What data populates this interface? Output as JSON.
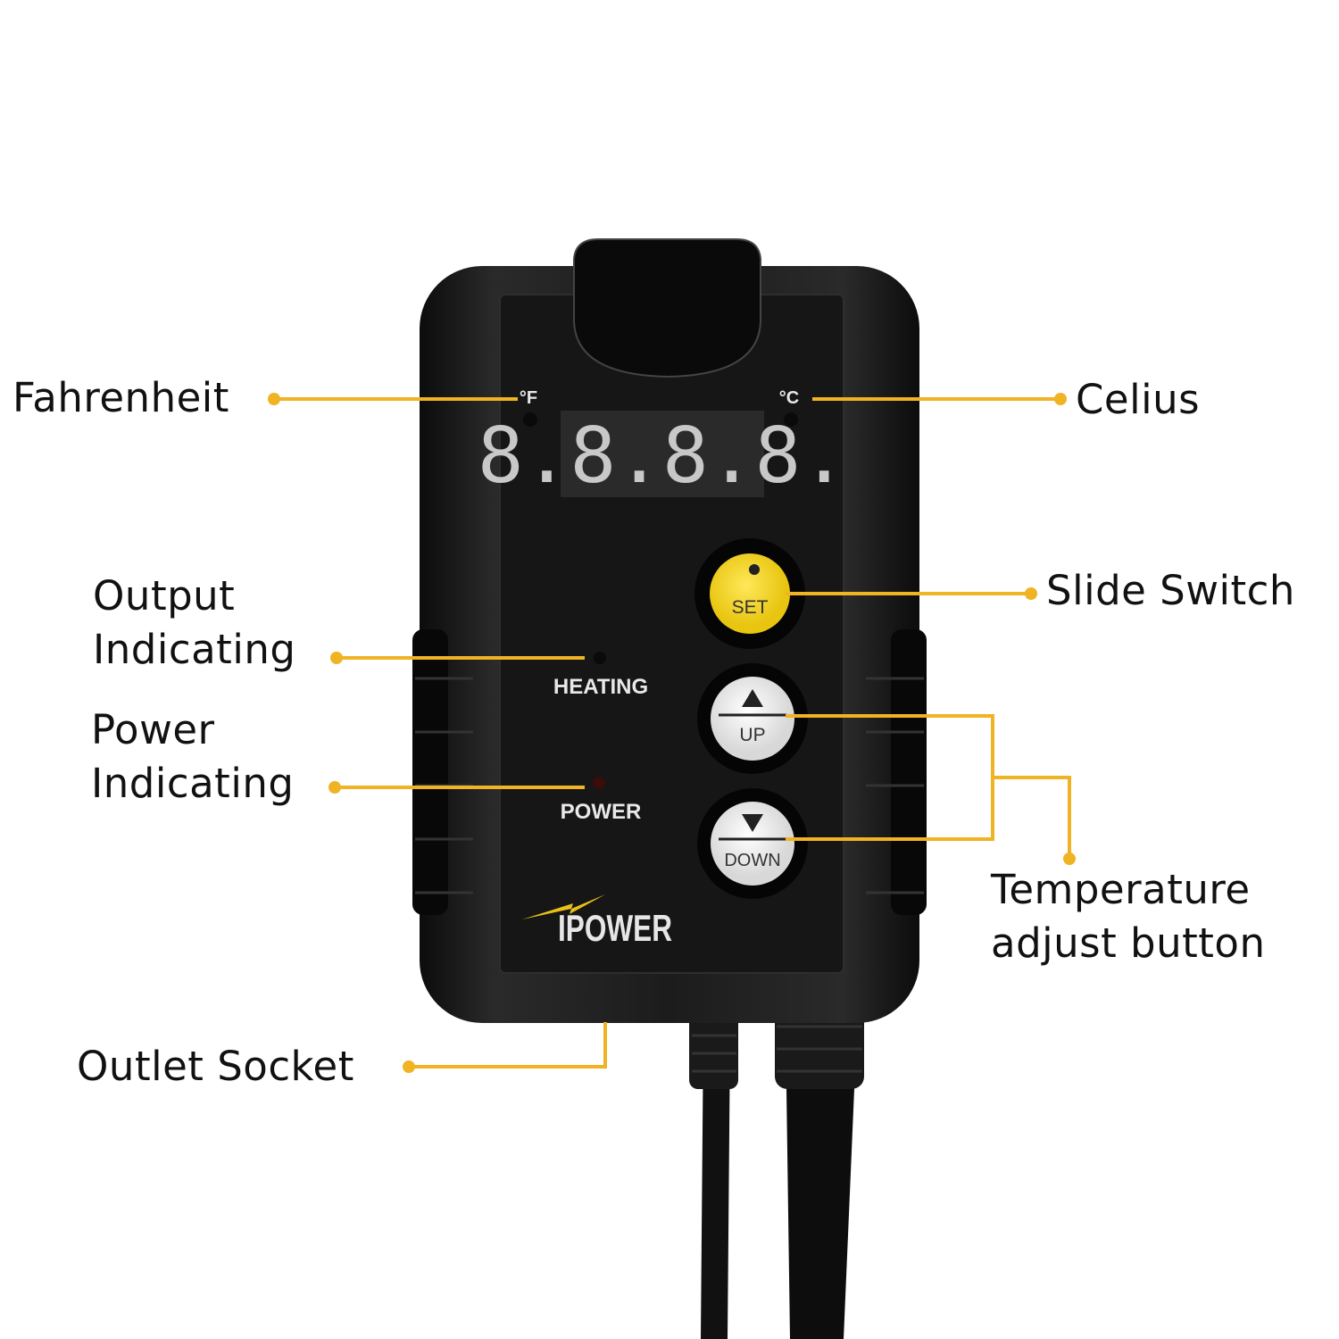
{
  "accent_color": "#f0b323",
  "device": {
    "brand": "IPOWER",
    "unit_f": "°F",
    "unit_c": "°C",
    "display": "8.8.8.8.",
    "heating_label": "HEATING",
    "power_label": "POWER",
    "set_label": "SET",
    "up_label": "UP",
    "down_label": "DOWN"
  },
  "callouts": {
    "fahrenheit": "Fahrenheit",
    "celsius": "Celius",
    "output_1": "Output",
    "output_2": "Indicating",
    "power_1": "Power",
    "power_2": "Indicating",
    "slide_switch": "Slide Switch",
    "temp_1": "Temperature",
    "temp_2": "adjust button",
    "outlet": "Outlet Socket"
  }
}
